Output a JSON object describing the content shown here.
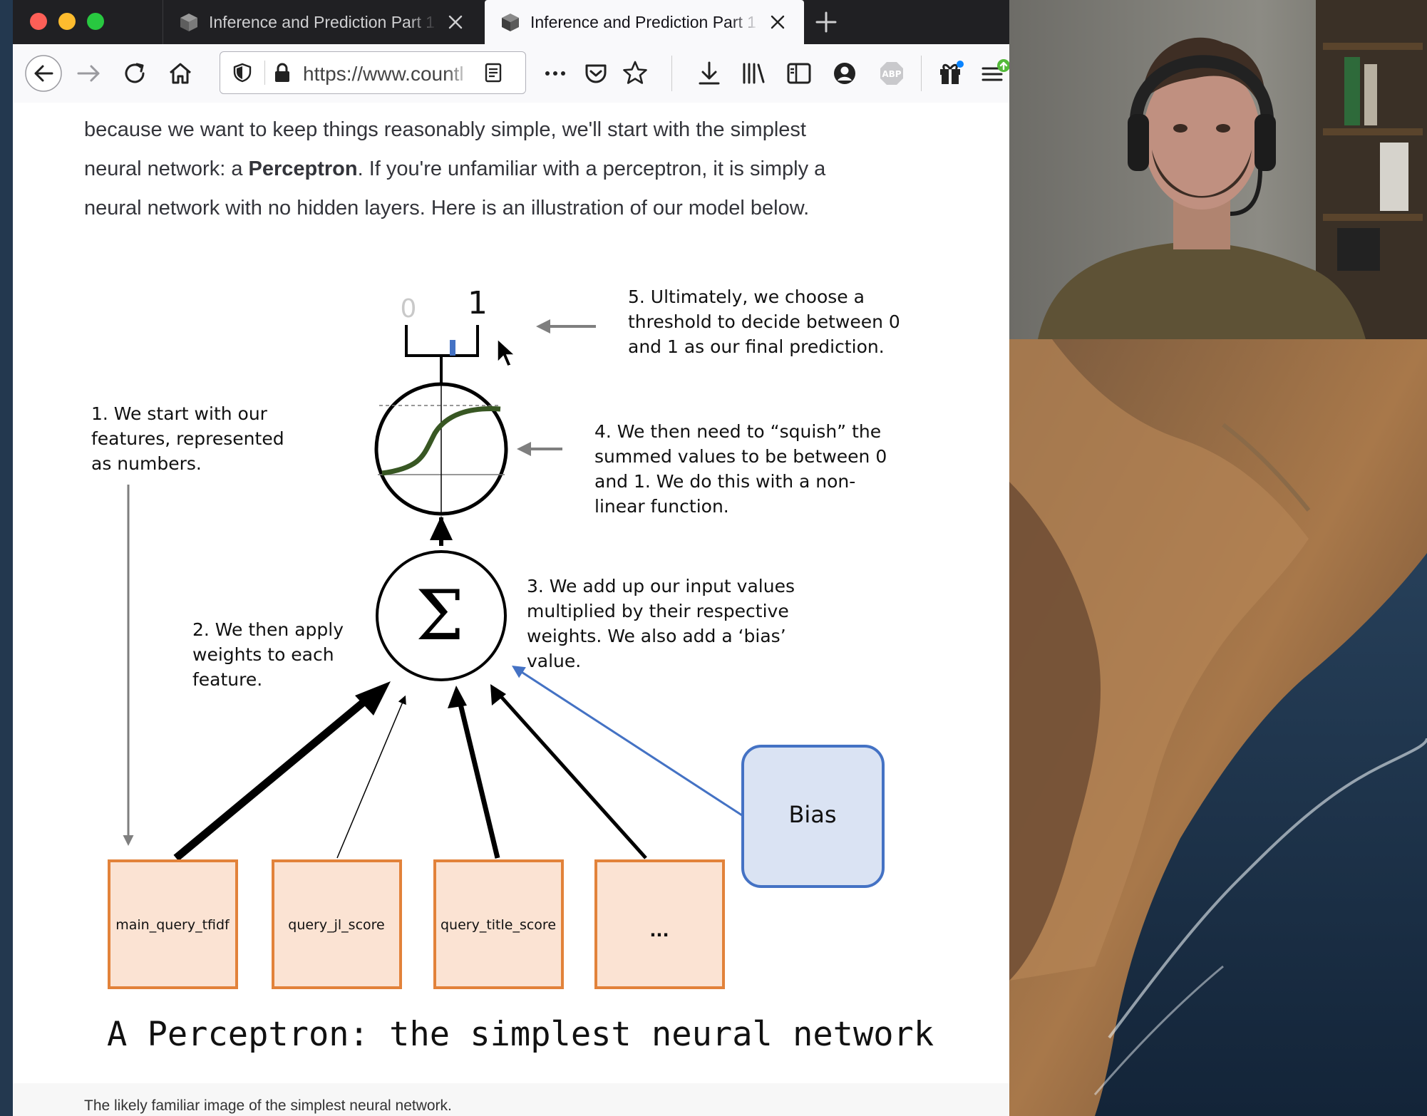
{
  "browser": {
    "tabs": [
      {
        "title": "Inference and Prediction Part 1:",
        "active": false
      },
      {
        "title": "Inference and Prediction Part 1:",
        "active": true
      }
    ],
    "url": "https://www.countl"
  },
  "article": {
    "line1": "because we want to keep things reasonably simple, we'll start with the simplest",
    "line2_pre": "neural network: a ",
    "line2_bold": "Perceptron",
    "line2_post": ". If you're unfamiliar with a perceptron, it is simply a",
    "line3": "neural network with no hidden layers. Here is an illustration of our model below.",
    "caption": "The likely familiar image of the simplest neural network."
  },
  "diagram": {
    "output_labels": [
      "0",
      "1"
    ],
    "notes": {
      "n1": [
        "1. We start with our",
        "features, represented",
        "as numbers."
      ],
      "n2": [
        "2. We then apply",
        "weights to each",
        "feature."
      ],
      "n3": [
        "3. We add up our input values",
        "multiplied by their respective",
        "weights. We also add a ‘bias’",
        "value."
      ],
      "n4": [
        "4. We then need to “squish” the",
        "summed values to be between 0",
        "and 1. We do this with a non-",
        "linear function."
      ],
      "n5": [
        "5. Ultimately, we choose a",
        "threshold to decide between 0",
        "and 1 as our final prediction."
      ]
    },
    "sum_symbol": "Σ",
    "features": [
      "main_query_tfidf",
      "query_jl_score",
      "query_title_score",
      "..."
    ],
    "bias_label": "Bias",
    "title": "A Perceptron: the simplest neural network",
    "colors": {
      "feature_fill": "#fbe3d3",
      "feature_border": "#e2823a",
      "bias_fill": "#dae3f3",
      "bias_border": "#4472c4",
      "sigmoid": "#385723"
    }
  }
}
